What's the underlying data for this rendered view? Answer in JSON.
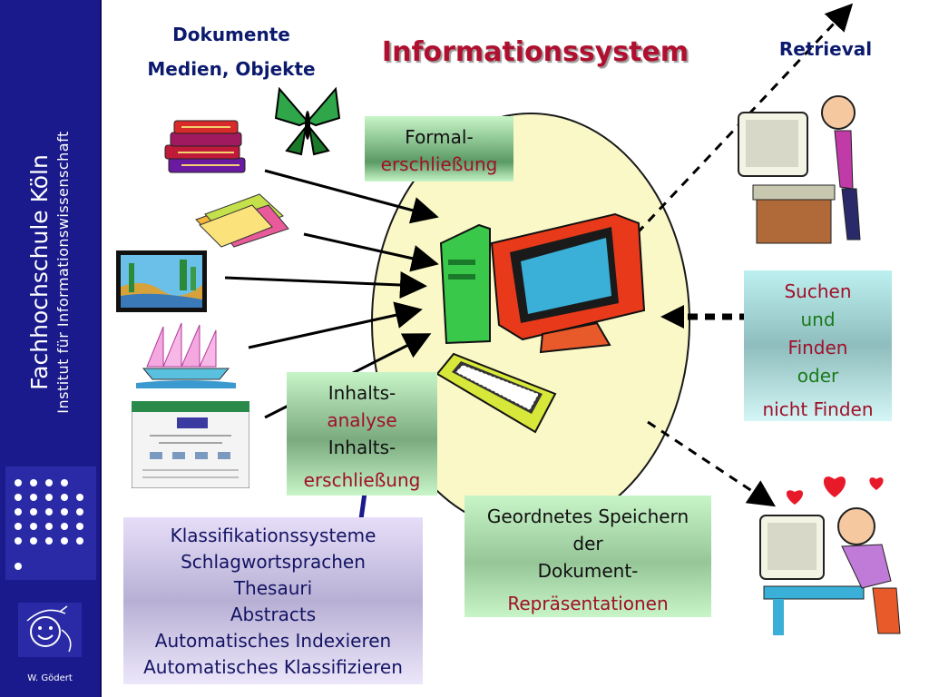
{
  "sidebar": {
    "title_line1": "Fachhochschule Köln",
    "title_line2": "Institut für Informationswissenschaft",
    "author": "W. Gödert"
  },
  "title": "Informationssystem",
  "labels": {
    "dokumente": "Dokumente",
    "medien": "Medien, Objekte",
    "retrieval": "Retrieval"
  },
  "boxes": {
    "formal": {
      "line1": "Formal-",
      "line2": "erschließung"
    },
    "inhalt": {
      "line1": "Inhalts-",
      "line2": "analyse",
      "line3": "Inhalts-",
      "line4": "erschließung"
    },
    "suchen": {
      "line1": "Suchen",
      "line2": "und",
      "line3": "Finden",
      "line4": "oder",
      "line5": "nicht Finden"
    },
    "speichern": {
      "line1": "Geordnetes Speichern",
      "line2": "der",
      "line3": "Dokument-",
      "line4": "Repräsentationen"
    },
    "methods": [
      "Klassifikationssysteme",
      "Schlagwortsprachen",
      "Thesauri",
      "Abstracts",
      "Automatisches Indexieren",
      "Automatisches Klassifizieren"
    ]
  },
  "colors": {
    "sidebar": "#1a1a8c",
    "title": "#b01030",
    "accent_red": "#a0102a",
    "accent_green": "#1a7a1a",
    "ellipse": "#fbf8c8"
  },
  "icons": [
    "books-icon",
    "butterfly-icon",
    "folders-icon",
    "painting-icon",
    "ship-icon",
    "webpage-icon",
    "computer-icon",
    "keyboard-icon",
    "user-at-computer-icon",
    "happy-user-icon",
    "hearts-icon"
  ]
}
